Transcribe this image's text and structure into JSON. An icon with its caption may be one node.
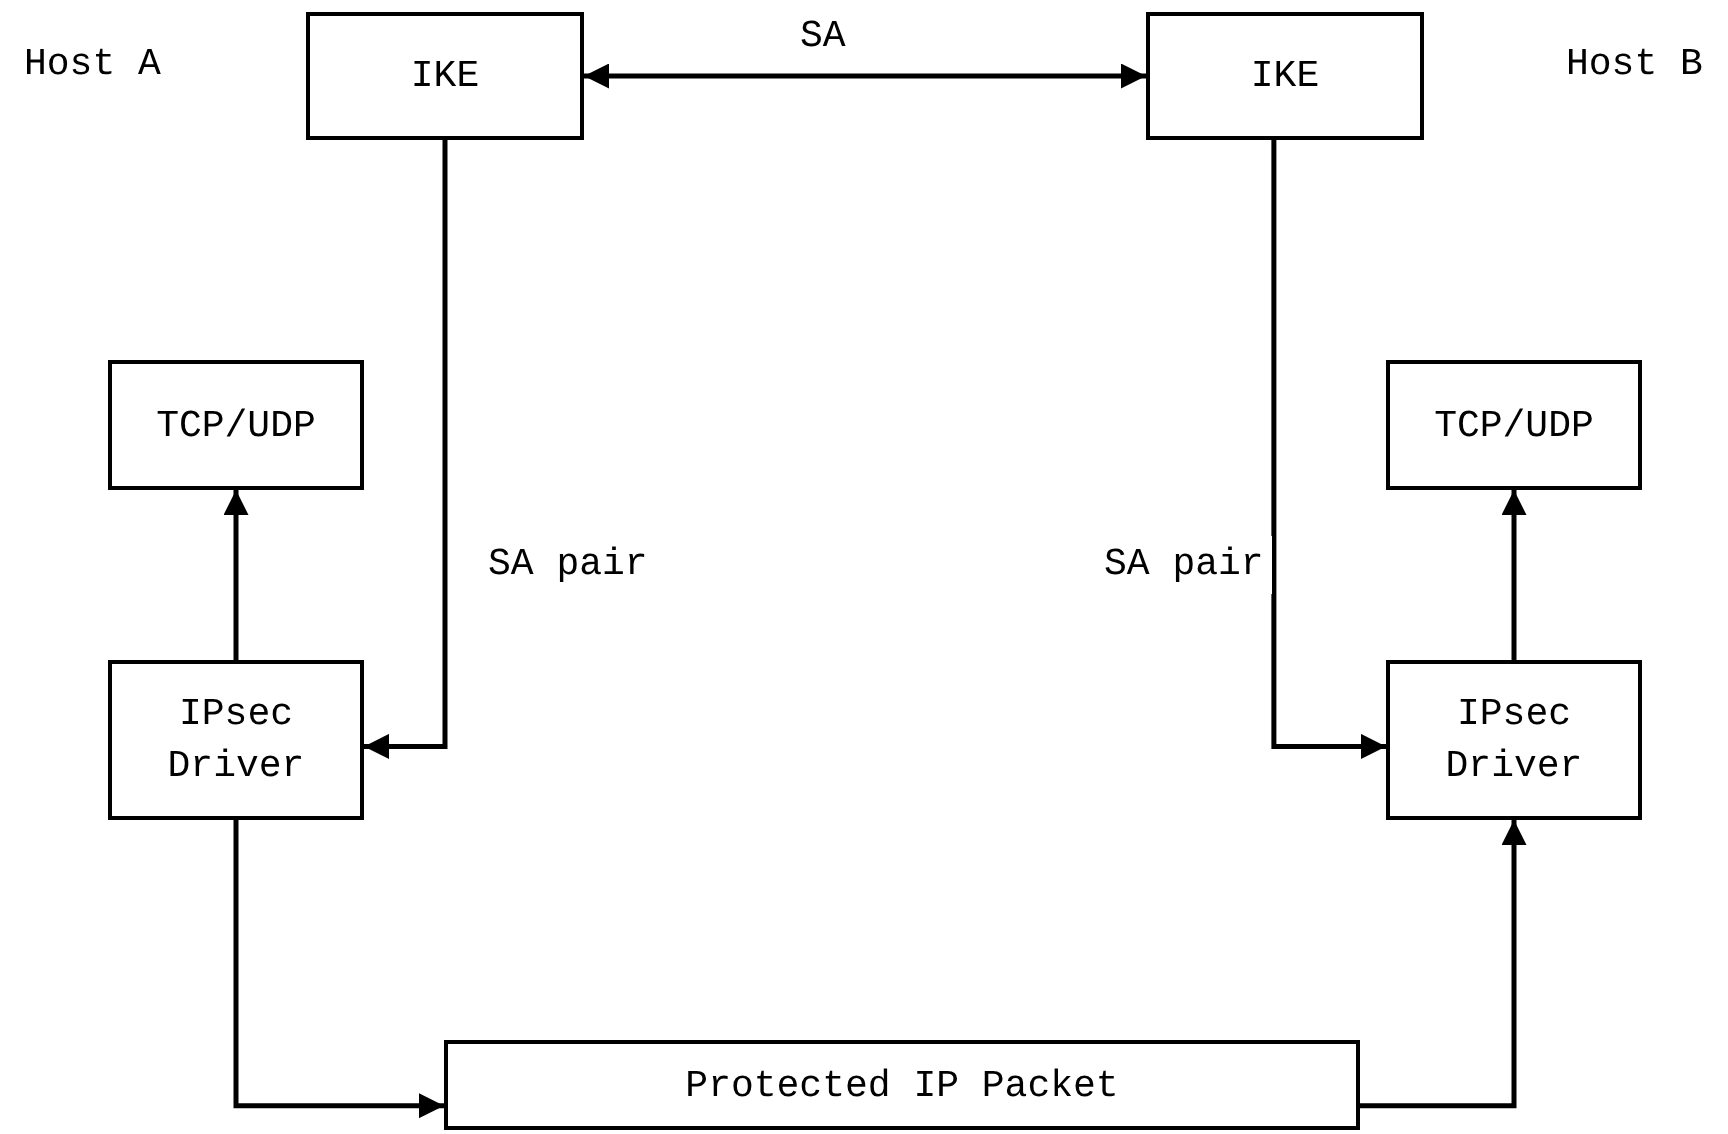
{
  "diagram": {
    "nodes": [
      {
        "text": [
          "IKE"
        ]
      },
      {
        "text": [
          "IKE"
        ]
      },
      {
        "text": [
          "TCP/UDP"
        ]
      },
      {
        "text": [
          "TCP/UDP"
        ]
      },
      {
        "text": [
          "IPsec Driver"
        ]
      },
      {
        "text": [
          "IPsec Driver"
        ]
      },
      {
        "text": [
          "Protected IP Packet"
        ]
      }
    ],
    "edges": [
      {
        "from": 0,
        "to": 1,
        "arrow": "both",
        "label": "SA"
      },
      {
        "from": 0,
        "to": 4,
        "arrow": "to",
        "label": "SA pair"
      },
      {
        "from": 1,
        "to": 5,
        "arrow": "to",
        "label": "SA pair"
      },
      {
        "from": 4,
        "to": 2,
        "arrow": "to"
      },
      {
        "from": 5,
        "to": 3,
        "arrow": "to"
      },
      {
        "from": 4,
        "to": 6,
        "arrow": "to"
      },
      {
        "from": 6,
        "to": 5,
        "arrow": "to"
      }
    ],
    "labels": [
      "Host A",
      "Host B"
    ]
  }
}
